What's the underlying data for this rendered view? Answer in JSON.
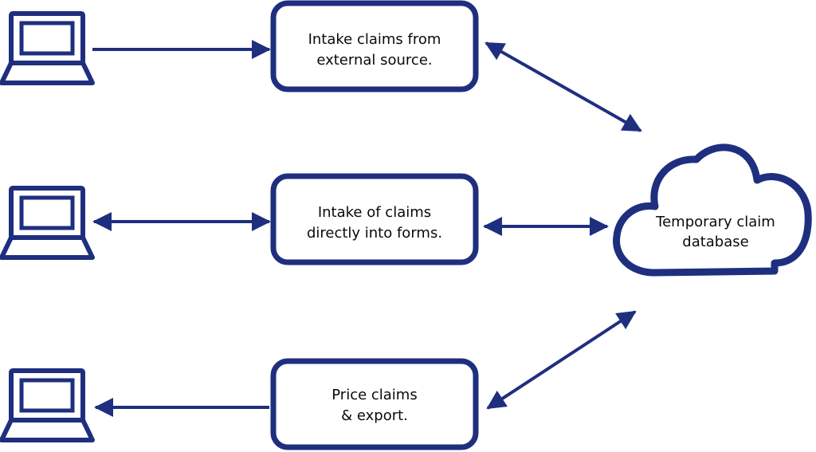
{
  "colors": {
    "stroke": "#1f2f7f",
    "fill": "#ffffff",
    "text": "#0a0a0a"
  },
  "icons": [
    "laptop-icon",
    "laptop-icon",
    "laptop-icon",
    "cloud-icon"
  ],
  "steps": [
    {
      "line1": "Intake claims from",
      "line2": "external source."
    },
    {
      "line1": "Intake of claims",
      "line2": "directly into forms."
    },
    {
      "line1": "Price claims",
      "line2": "& export."
    }
  ],
  "database": {
    "line1": "Temporary claim",
    "line2": "database"
  }
}
